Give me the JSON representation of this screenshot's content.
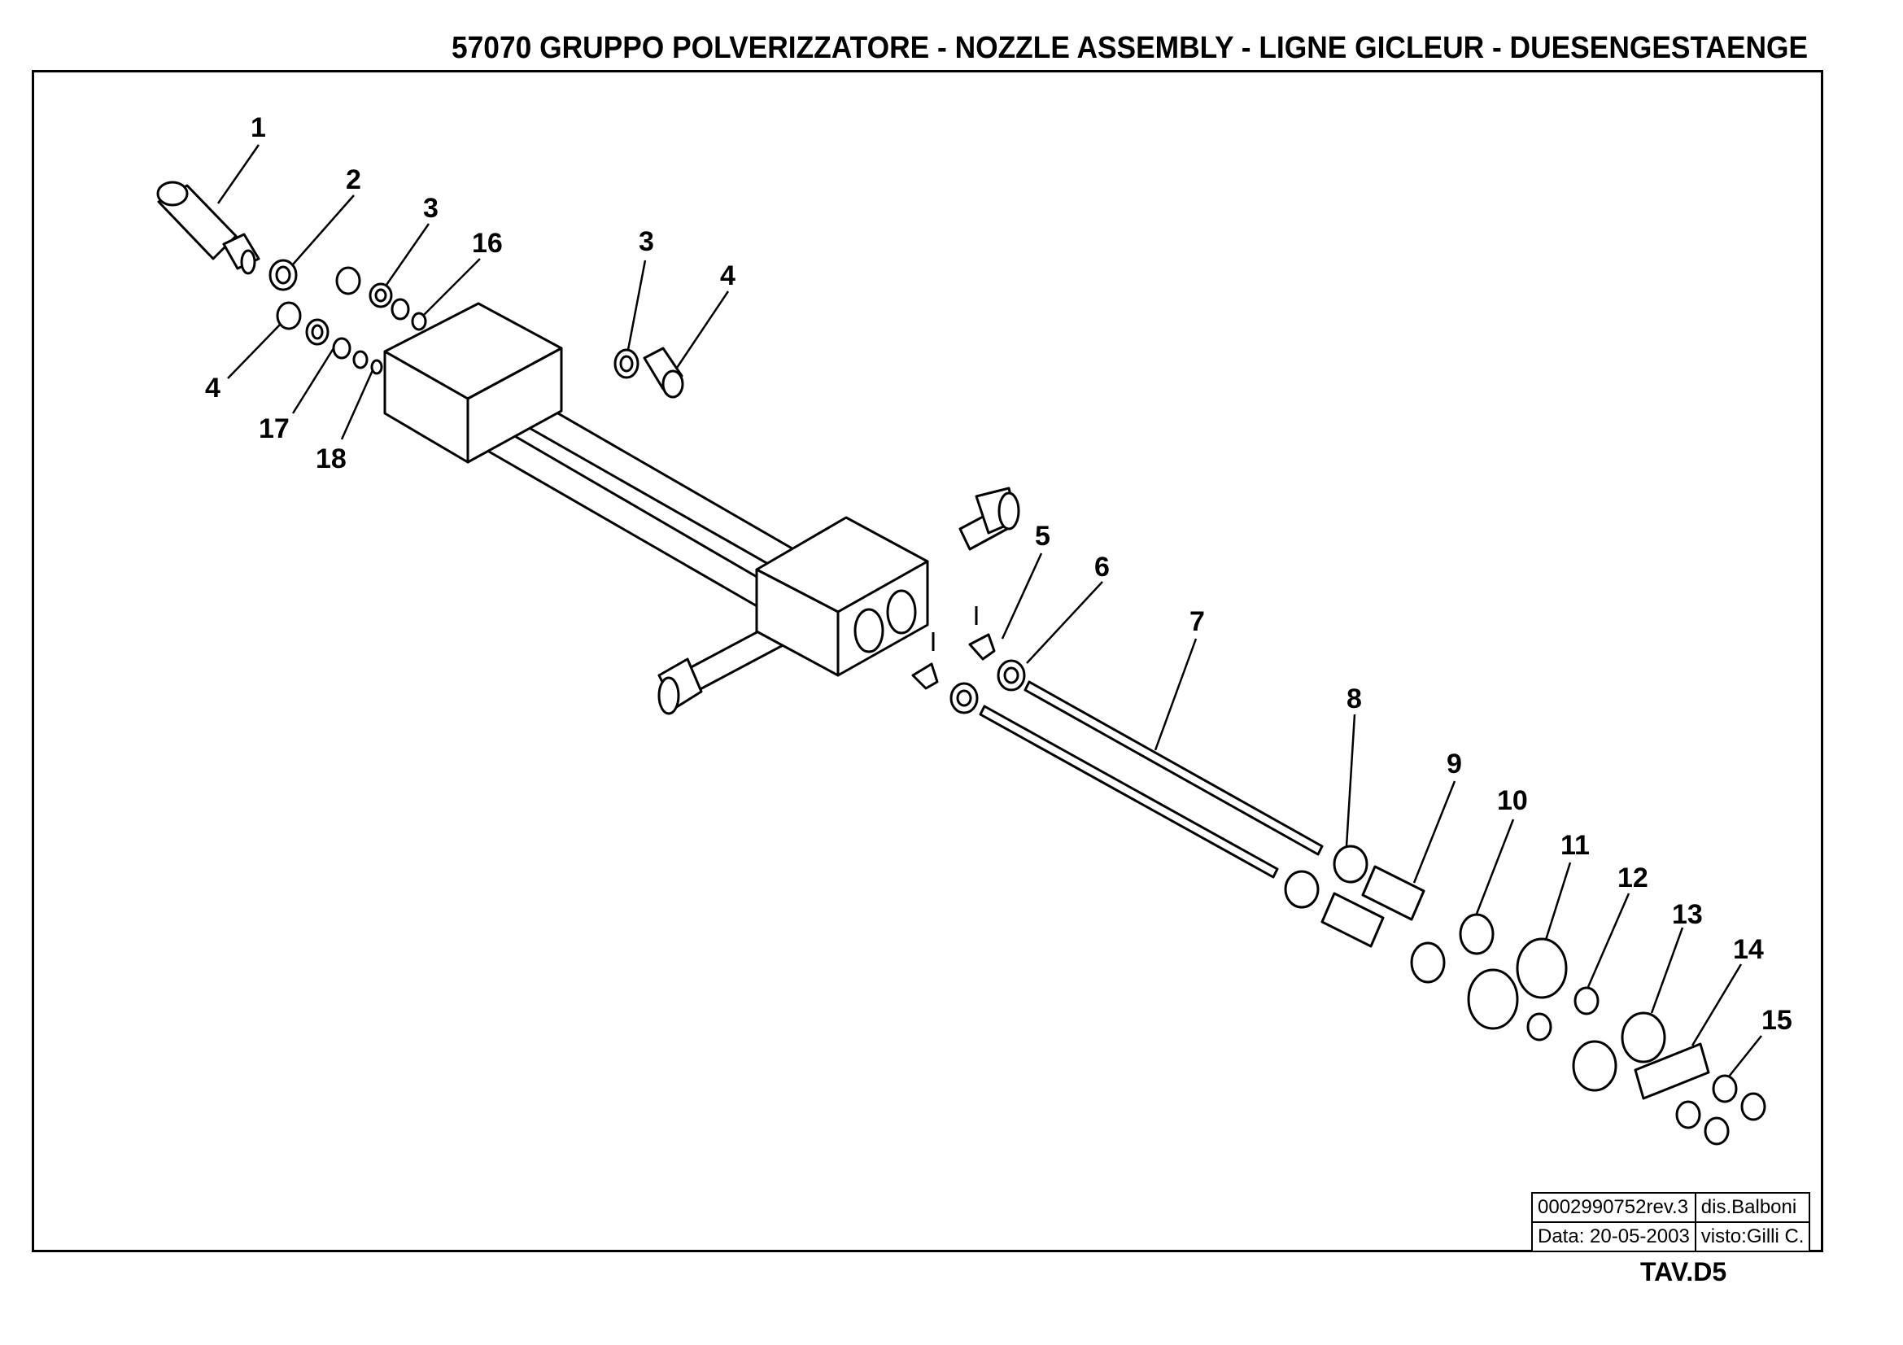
{
  "header": {
    "title": "57070   GRUPPO  POLVERIZZATORE -  NOZZLE ASSEMBLY - LIGNE GICLEUR - DUESENGESTAENGE"
  },
  "callouts": [
    "1",
    "2",
    "3",
    "16",
    "3",
    "4",
    "4",
    "17",
    "18",
    "5",
    "6",
    "7",
    "8",
    "9",
    "10",
    "11",
    "12",
    "13",
    "14",
    "15"
  ],
  "title_block": {
    "drawing_no": "0002990752rev.3",
    "drawn_by": "dis.Balboni",
    "date": "Data: 20-05-2003",
    "checked_by": "visto:Gilli C."
  },
  "sheet": "TAV.D5"
}
